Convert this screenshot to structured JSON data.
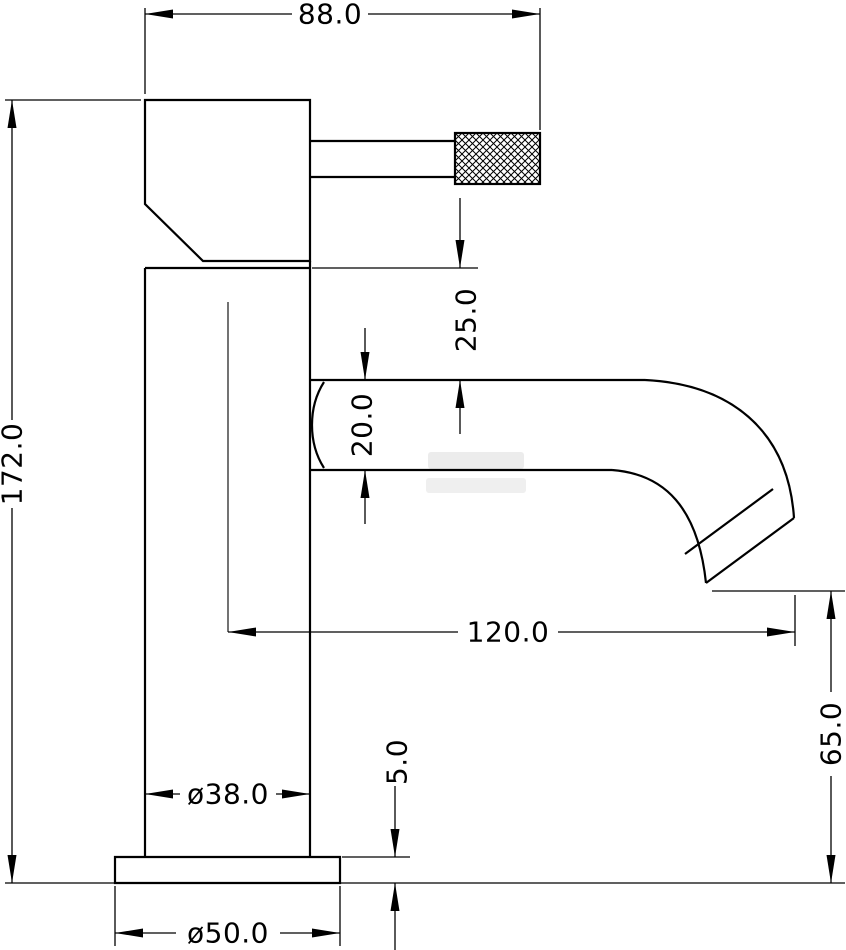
{
  "drawing": {
    "type": "technical_drawing",
    "subject": "single-lever basin tap (faucet) side elevation with dimensions",
    "units": "mm",
    "background_color": "#ffffff",
    "line_color": "#000000",
    "watermark_color": "#dcdcdc",
    "dims": {
      "top_width": "88.0",
      "total_height": "172.0",
      "collar_to_spout_gap": "25.0",
      "spout_tube_height": "20.0",
      "spout_reach": "120.0",
      "outlet_height": "65.0",
      "base_plate_thickness": "5.0",
      "body_diameter": "ø38.0",
      "base_diameter": "ø50.0"
    },
    "dim_values": {
      "top_width_mm": 88.0,
      "total_height_mm": 172.0,
      "collar_to_spout_gap_mm": 25.0,
      "spout_tube_height_mm": 20.0,
      "spout_reach_mm": 120.0,
      "outlet_height_mm": 65.0,
      "base_plate_thickness_mm": 5.0,
      "body_diameter_mm": 38.0,
      "base_diameter_mm": 50.0
    }
  }
}
